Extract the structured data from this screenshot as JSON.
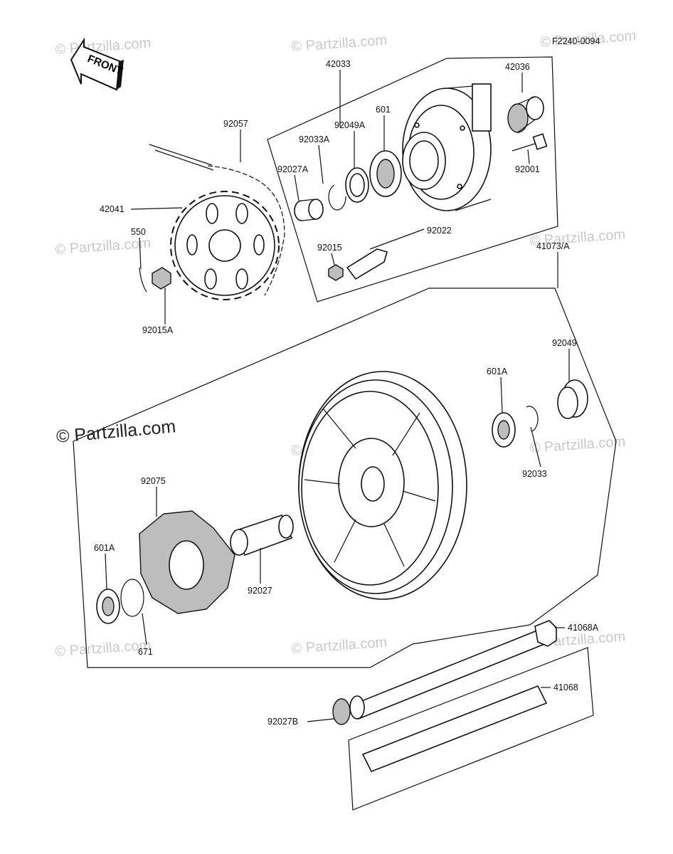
{
  "diagram_code": "F2240-0094",
  "front_label": "FRONT",
  "watermark": "© Partzilla.com",
  "parts": {
    "p42033": "42033",
    "p42036": "42036",
    "p92057": "92057",
    "p601": "601",
    "p92049A": "92049A",
    "p92033A": "92033A",
    "p92027A": "92027A",
    "p92001": "92001",
    "p42041": "42041",
    "p550": "550",
    "p92022": "92022",
    "p92015": "92015",
    "p41073A": "41073/A",
    "p92015A": "92015A",
    "p92049": "92049",
    "p601A_right": "601A",
    "p92033": "92033",
    "p92075": "92075",
    "p601A_left": "601A",
    "p92027": "92027",
    "p671": "671",
    "p41068A": "41068A",
    "p41068": "41068",
    "p92027B": "92027B"
  }
}
